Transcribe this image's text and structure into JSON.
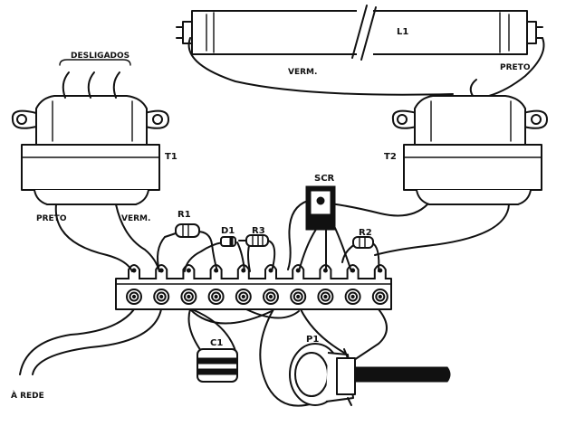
{
  "labels": {
    "desligados": "DESLIGADOS",
    "l1": "L1",
    "verm_top": "VERM.",
    "preto_top": "PRETO",
    "t1": "T1",
    "t2": "T2",
    "preto_left": "PRETO",
    "verm_left": "VERM.",
    "r1": "R1",
    "d1": "D1",
    "r3": "R3",
    "scr": "SCR",
    "r2": "R2",
    "c1": "C1",
    "p1": "P1",
    "a_rede": "À REDE"
  },
  "terminal_strip": {
    "terminal_count": 10
  }
}
